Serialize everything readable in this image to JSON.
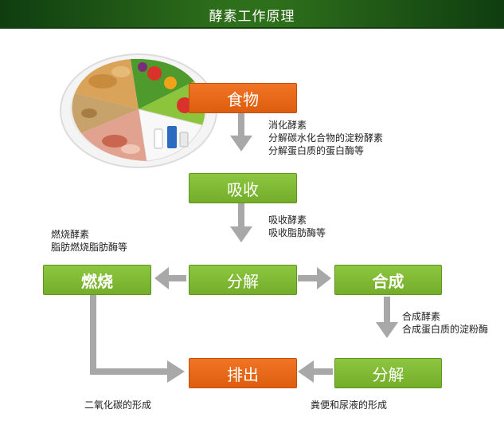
{
  "header": {
    "title": "酵素工作原理"
  },
  "nodes": {
    "food": "食物",
    "absorb": "吸收",
    "decompose": "分解",
    "burn": "燃烧",
    "synthesize": "合成",
    "excrete": "排出",
    "decompose2": "分解"
  },
  "notes": {
    "digestive": [
      "消化酵素",
      "分解碳水化合物的淀粉酵素",
      "分解蛋白质的蛋白酶等"
    ],
    "absorption": [
      "吸收酵素",
      "吸收脂肪酶等"
    ],
    "burning": [
      "燃烧酵素",
      "脂肪燃烧脂肪酶等"
    ],
    "synthesis": [
      "合成酵素",
      "合成蛋白质的淀粉酶"
    ],
    "co2": "二氧化碳的形成",
    "waste": "粪便和尿液的形成"
  },
  "colors": {
    "green": "#80b935",
    "orange": "#e9671a",
    "arrow": "#a8a8a8",
    "header": "#2e6f1b"
  },
  "image": {
    "plate_icon": "food-plate-illustration"
  }
}
